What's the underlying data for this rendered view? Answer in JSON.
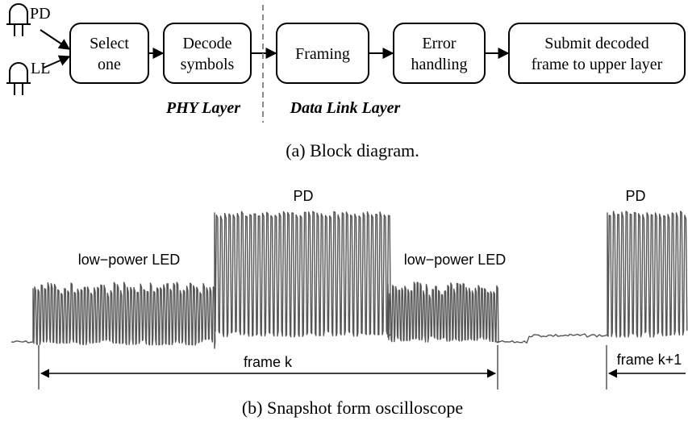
{
  "block_diagram": {
    "led_top_label": "PD",
    "led_bottom_label": "LL",
    "blocks": [
      {
        "lines": [
          "Select",
          "one"
        ]
      },
      {
        "lines": [
          "Decode",
          "symbols"
        ]
      },
      {
        "lines": [
          "Framing"
        ]
      },
      {
        "lines": [
          "Error",
          "handling"
        ]
      },
      {
        "lines": [
          "Submit decoded",
          "frame to upper layer"
        ]
      }
    ],
    "phy_layer_label": "PHY Layer",
    "data_link_layer_label": "Data Link Layer",
    "caption": "(a)  Block diagram."
  },
  "oscilloscope": {
    "segment_labels": {
      "low_power_led_1": "low−power LED",
      "pd_1": "PD",
      "low_power_led_2": "low−power LED",
      "pd_2": "PD"
    },
    "frame_k_label": "frame k",
    "frame_k1_label": "frame k+1",
    "trace_color": "#555555",
    "caption": "(b)  Snapshot form oscilloscope"
  }
}
